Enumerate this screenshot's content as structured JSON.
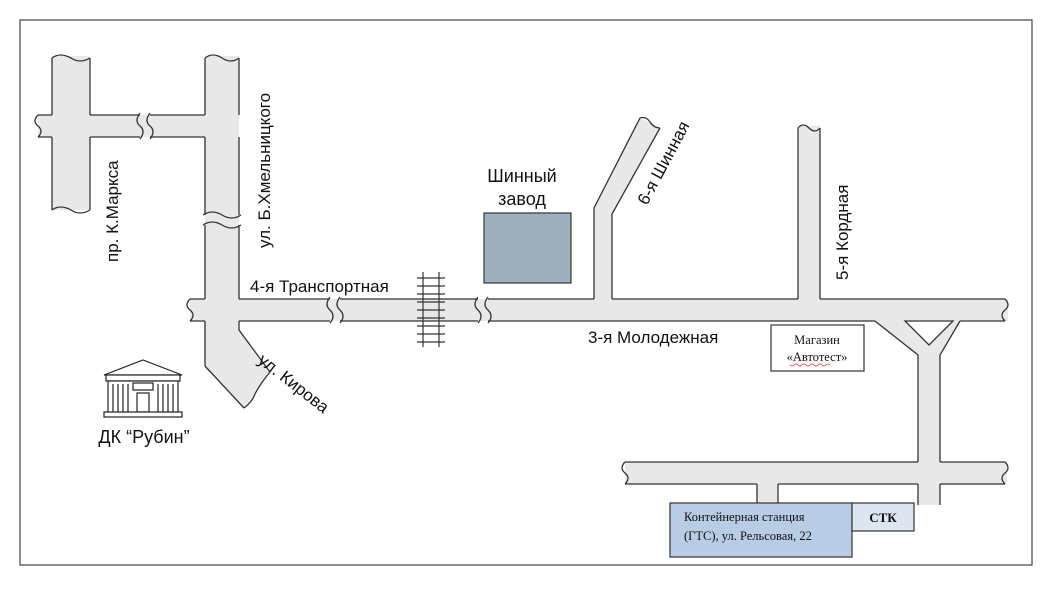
{
  "streets": {
    "k_marksa": "пр. К.Маркса",
    "khmelnitskogo": "ул. Б.Хмельницкого",
    "transportnaya": "4-я Транспортная",
    "molodezhnaya": "3-я Молодежная",
    "kirova": "ул. Кирова",
    "shinnaya": "6-я Шинная",
    "kordnaya": "5-я Кордная"
  },
  "places": {
    "factory_line1": "Шинный",
    "factory_line2": "завод",
    "dk_rubin": "ДК “Рубин”",
    "shop_line1": "Магазин",
    "shop_line2": "«Автотест»",
    "station_line1": "Контейнерная станция",
    "station_line2": "(ГТС), ул. Рельсовая, 22",
    "stk": "СТК"
  },
  "colors": {
    "road": "#e8e8e8",
    "factory": "#9fb0bd",
    "station": "#b8cce4",
    "stk": "#dce6f1"
  }
}
